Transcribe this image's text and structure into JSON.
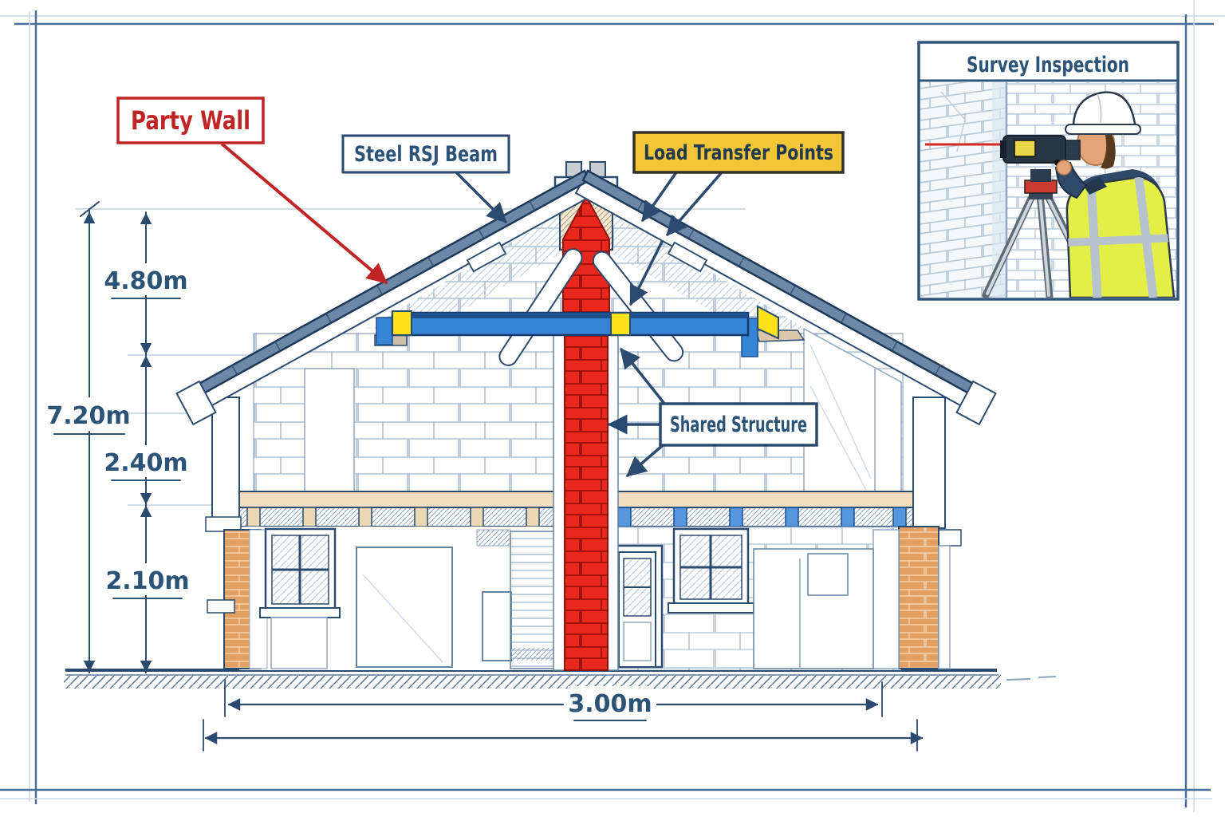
{
  "drawing": {
    "callouts": {
      "party_wall": "Party Wall",
      "steel_beam": "Steel RSJ Beam",
      "load_transfer": "Load Transfer Points",
      "shared_structure": "Shared Structure"
    },
    "inset": {
      "title": "Survey Inspection"
    },
    "dimensions": {
      "ridge_to_beam": "4.80m",
      "total_height": "7.20m",
      "beam_to_floor": "2.40m",
      "floor_to_ground": "2.10m",
      "span": "3.00m"
    },
    "colors": {
      "party_wall_red": "#e8271d",
      "callout_red": "#c02424",
      "steel_beam_blue": "#3584d6",
      "load_pad_yellow": "#ffe11a",
      "callout_yellow_bg": "#f2c636",
      "line_navy": "#2b4a6f",
      "dimension_text": "#2b5277",
      "brick_orange": "#e3a064",
      "floor_tan": "#f2dfc0",
      "hivis_yellow": "#e3ef47",
      "laser_red": "#d42a22"
    }
  }
}
